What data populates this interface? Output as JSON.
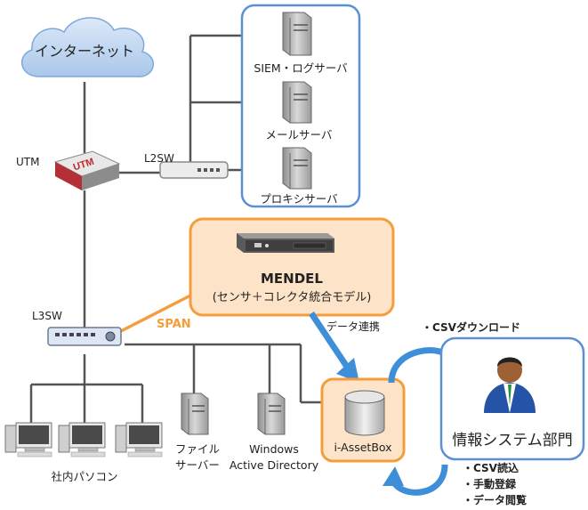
{
  "internet": {
    "label": "インターネット"
  },
  "utm": {
    "label": "UTM",
    "logo": "UTM"
  },
  "l2sw": {
    "label": "L2SW"
  },
  "l3sw": {
    "label": "L3SW"
  },
  "servers": [
    {
      "label": "SIEM・ログサーバ"
    },
    {
      "label": "メールサーバ"
    },
    {
      "label": "プロキシサーバ"
    }
  ],
  "mendel": {
    "title": "MENDEL",
    "subtitle": "(センサ＋コレクタ統合モデル)"
  },
  "span": {
    "label": "SPAN"
  },
  "data_link": {
    "label": "・データ連携"
  },
  "pcs": {
    "label": "社内パソコン"
  },
  "file_server": {
    "line1": "ファイル",
    "line2": "サーバー"
  },
  "ad": {
    "line1": "Windows",
    "line2": "Active Directory"
  },
  "assetbox": {
    "label": "i-AssetBox"
  },
  "csv_download": {
    "label": "・CSVダウンロード"
  },
  "dept": {
    "label": "情報システム部門"
  },
  "features": [
    "・CSV読込",
    "・手動登録",
    "・データ閲覧"
  ],
  "colors": {
    "blue": "#5b8fd6",
    "orange": "#f59d3d",
    "orange_fill": "#fde3c8",
    "line": "#555555",
    "arrow_blue": "#3f8fd8",
    "utm_red": "#c0272d"
  }
}
